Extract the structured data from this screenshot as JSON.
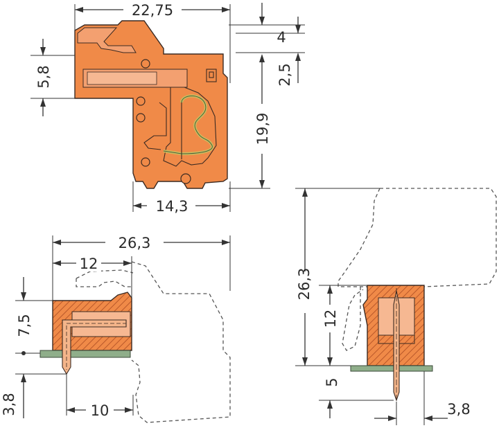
{
  "dimensions": {
    "top_view": {
      "width_overall": "22,75",
      "top_step": "4",
      "pitch_offset": "2,5",
      "left_height": "5,8",
      "height_right": "19,9",
      "base_width": "14,3"
    },
    "side_view_left": {
      "overall_length": "26,3",
      "inset": "12",
      "height": "7,5",
      "pin_length": "3,8",
      "pin_spacing": "10"
    },
    "side_view_right": {
      "overall_height": "26,3",
      "inner_height": "12",
      "pin_length": "5",
      "pitch": "3,8"
    }
  },
  "colors": {
    "housing": "#f08a48",
    "pcb": "#8fae8a",
    "dimension_lines": "#333333"
  }
}
